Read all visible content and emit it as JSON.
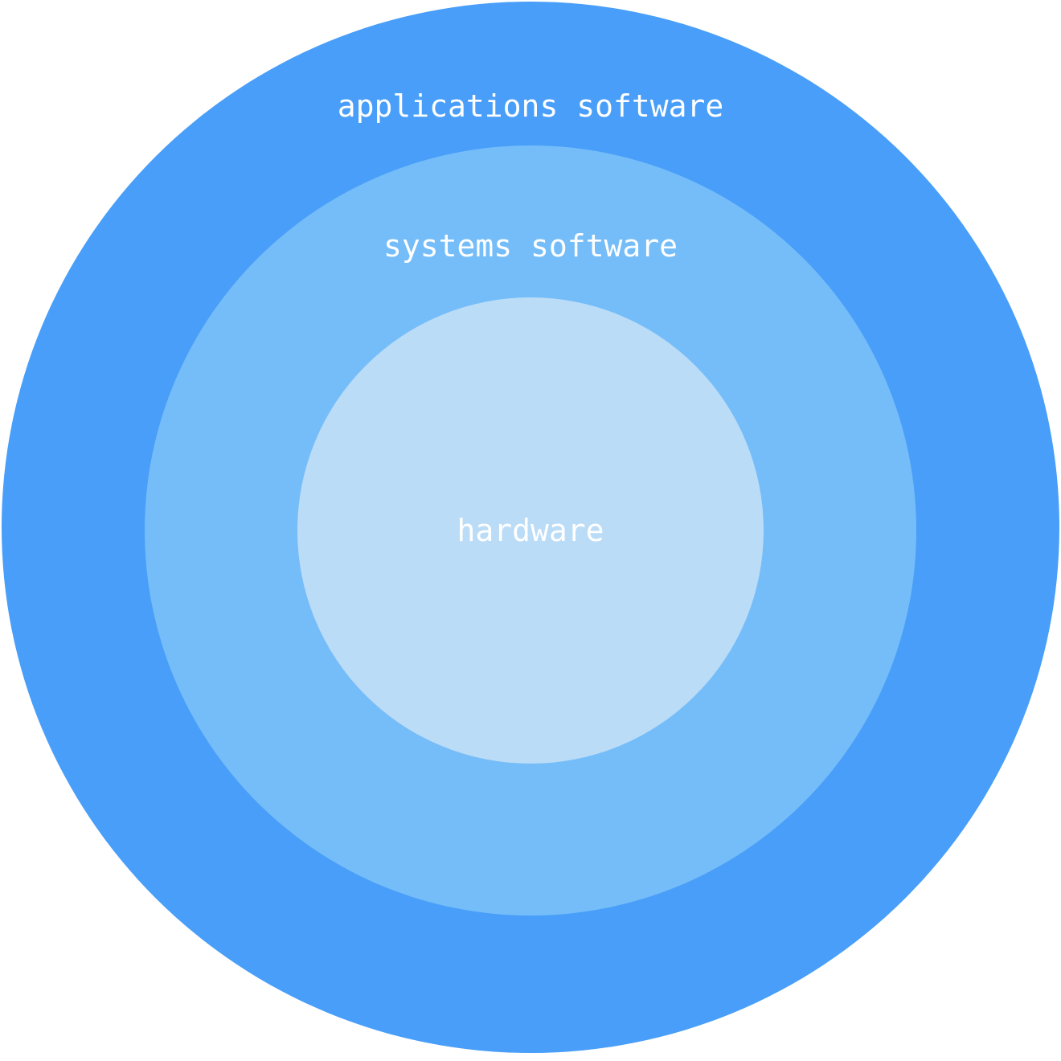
{
  "diagram": {
    "layers": [
      {
        "id": "outer",
        "label": "applications software",
        "color": "#489ef8"
      },
      {
        "id": "middle",
        "label": "systems software",
        "color": "#75bdf9"
      },
      {
        "id": "inner",
        "label": "hardware",
        "color": "#bbdcf7"
      }
    ],
    "label_color": "#ffffff"
  }
}
